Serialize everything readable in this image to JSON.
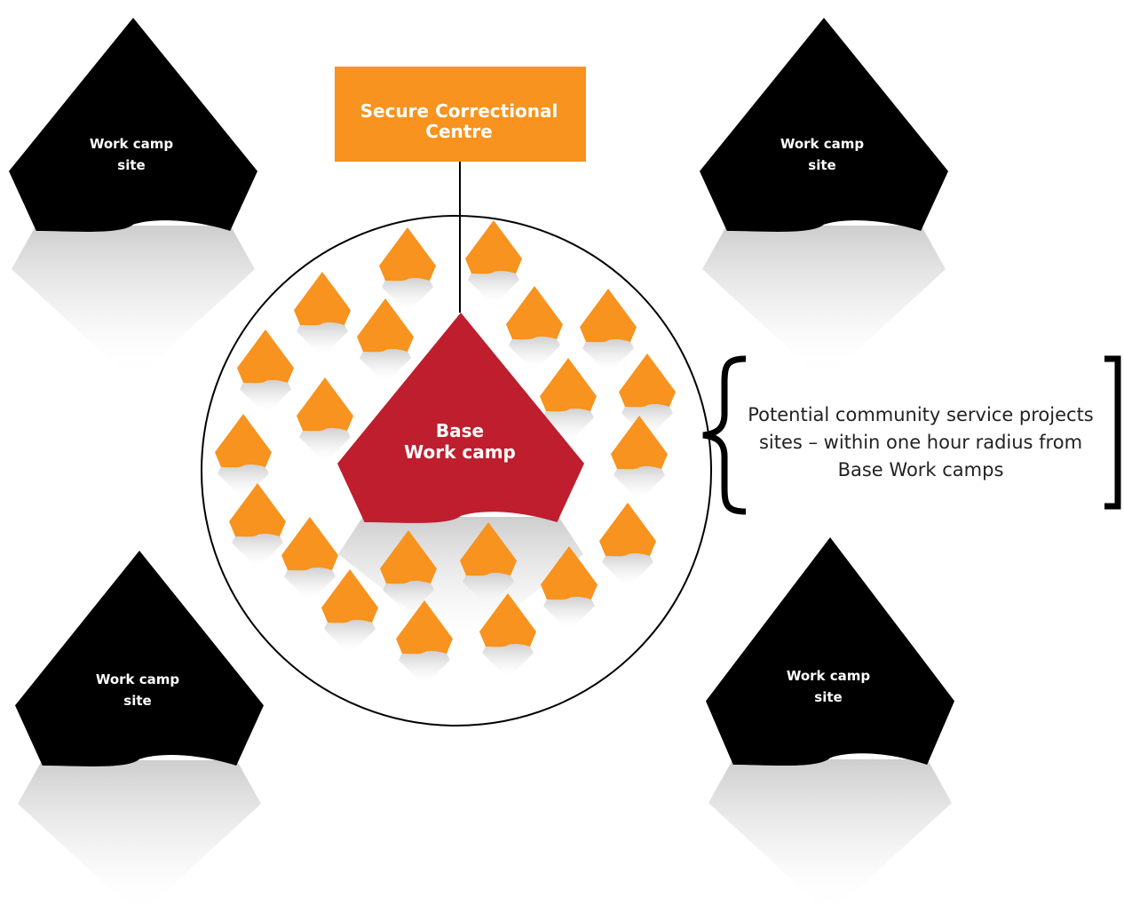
{
  "secure_centre": {
    "line1": "Secure Correctional",
    "line2": "Centre"
  },
  "base_camp": {
    "line1": "Base",
    "line2": "Work camp"
  },
  "work_camp_sites": [
    {
      "line1": "Work camp",
      "line2": "site"
    },
    {
      "line1": "Work camp",
      "line2": "site"
    },
    {
      "line1": "Work camp",
      "line2": "site"
    },
    {
      "line1": "Work camp",
      "line2": "site"
    }
  ],
  "annotation": {
    "line1": "Potential community service projects",
    "line2": "sites – within one hour radius from",
    "line3": "Base Work camps"
  },
  "colors": {
    "secure_centre": "#F7931E",
    "base_camp": "#BE1E2D",
    "work_camp_site": "#000000",
    "project_site": "#F7931E"
  }
}
